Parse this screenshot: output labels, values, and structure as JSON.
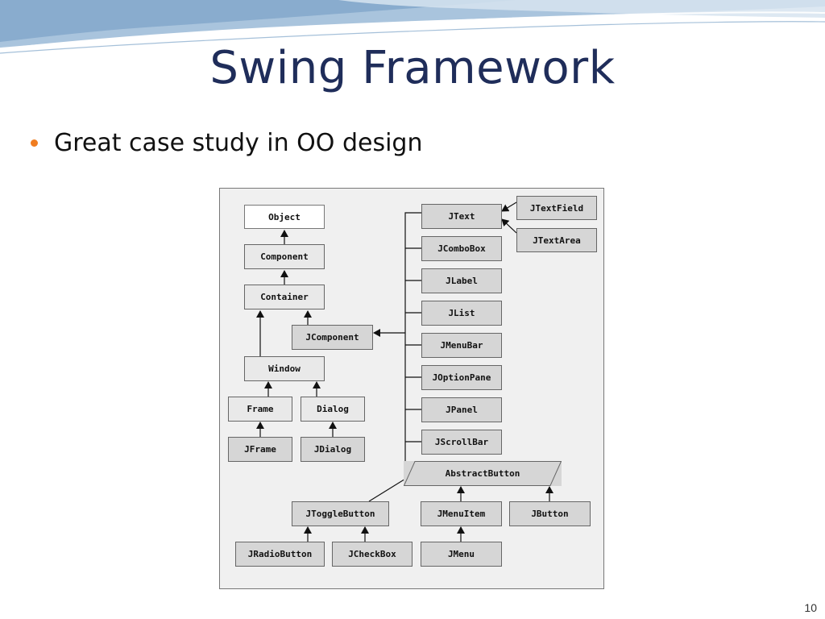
{
  "slide": {
    "title": "Swing Framework",
    "bullets": [
      "Great case study in OO design"
    ],
    "page_number": "10",
    "accent_color": "#f07d20",
    "title_color": "#1f2d5a"
  },
  "diagram": {
    "classes": {
      "object": "Object",
      "component": "Component",
      "container": "Container",
      "window": "Window",
      "frame": "Frame",
      "dialog": "Dialog",
      "jframe": "JFrame",
      "jdialog": "JDialog",
      "jcomponent": "JComponent",
      "jtext": "JText",
      "jtextfield": "JTextField",
      "jtextarea": "JTextArea",
      "jcombobox": "JComboBox",
      "jlabel": "JLabel",
      "jlist": "JList",
      "jmenubar": "JMenuBar",
      "joptionpane": "JOptionPane",
      "jpanel": "JPanel",
      "jscrollbar": "JScrollBar",
      "abstractbutton": "AbstractButton",
      "jtogglebutton": "JToggleButton",
      "jmenuitem": "JMenuItem",
      "jbutton": "JButton",
      "jradiobutton": "JRadioButton",
      "jcheckbox": "JCheckBox",
      "jmenu": "JMenu"
    },
    "inheritance": [
      [
        "component",
        "object"
      ],
      [
        "container",
        "component"
      ],
      [
        "window",
        "container"
      ],
      [
        "jcomponent",
        "container"
      ],
      [
        "frame",
        "window"
      ],
      [
        "dialog",
        "window"
      ],
      [
        "jframe",
        "frame"
      ],
      [
        "jdialog",
        "dialog"
      ],
      [
        "jtext",
        "jcomponent"
      ],
      [
        "jcombobox",
        "jcomponent"
      ],
      [
        "jlabel",
        "jcomponent"
      ],
      [
        "jlist",
        "jcomponent"
      ],
      [
        "jmenubar",
        "jcomponent"
      ],
      [
        "joptionpane",
        "jcomponent"
      ],
      [
        "jpanel",
        "jcomponent"
      ],
      [
        "jscrollbar",
        "jcomponent"
      ],
      [
        "abstractbutton",
        "jcomponent"
      ],
      [
        "jtextfield",
        "jtext"
      ],
      [
        "jtextarea",
        "jtext"
      ],
      [
        "jtogglebutton",
        "abstractbutton"
      ],
      [
        "jmenuitem",
        "abstractbutton"
      ],
      [
        "jbutton",
        "abstractbutton"
      ],
      [
        "jradiobutton",
        "jtogglebutton"
      ],
      [
        "jcheckbox",
        "jtogglebutton"
      ],
      [
        "jmenu",
        "jmenuitem"
      ]
    ]
  }
}
